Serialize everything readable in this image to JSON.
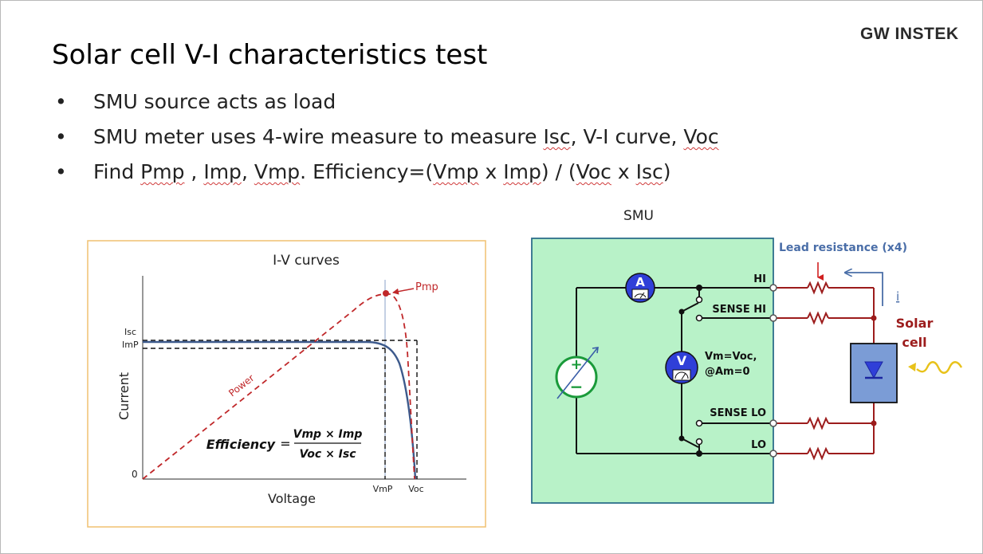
{
  "logo": "GW INSTEK",
  "title": "Solar cell V-I characteristics test",
  "bullets": {
    "b1": "SMU source acts as load",
    "b2_pre": "SMU meter uses 4-wire measure to measure ",
    "b2_isc": "Isc",
    "b2_mid": ", V-I curve, ",
    "b2_voc": "Voc",
    "b3_find": "Find ",
    "b3_pmp": "Pmp",
    "b3_sep1": " , ",
    "b3_imp": "Imp",
    "b3_sep2": ", ",
    "b3_vmp": "Vmp",
    "b3_eff": ". Efficiency=(",
    "b3_vmp2": "Vmp",
    "b3_x1": " x ",
    "b3_imp2": "Imp",
    "b3_div": ") / (",
    "b3_voc": "Voc",
    "b3_x2": " x ",
    "b3_isc": "Isc",
    "b3_close": ")"
  },
  "iv_chart": {
    "title": "I-V curves",
    "xlabel": "Voltage",
    "ylabel": "Current",
    "origin_label": "0",
    "isc_label": "Isc",
    "imp_label": "ImP",
    "vmp_label": "VmP",
    "voc_label": "Voc",
    "pmp_label": "Pmp",
    "power_label": "Power",
    "formula": {
      "lhs": "Efficiency",
      "eq": "=",
      "num": "Vmp × Imp",
      "den": "Voc × Isc"
    },
    "colors": {
      "iv_curve": "#3d5a8c",
      "power_curve": "#c0282a",
      "frame": "#f0c070"
    }
  },
  "smu_diagram": {
    "smu_label": "SMU",
    "lead_resistance": "Lead resistance (x4)",
    "hi": "HI",
    "sense_hi": "SENSE HI",
    "sense_lo": "SENSE LO",
    "lo": "LO",
    "ammeter": "A",
    "voltmeter": "V",
    "vm_line1": "Vm=Voc,",
    "vm_line2": "@Am=0",
    "current": "i",
    "solar_cell_1": "Solar",
    "solar_cell_2": "cell",
    "source_plus": "+",
    "source_minus": "−",
    "colors": {
      "smu_box": "#b8f2c8",
      "lead_wire": "#9c1c1c",
      "meter_fill": "#2f3fd8",
      "source_green": "#1a9a3a",
      "cell_fill": "#7b9cd6",
      "annotation": "#4a6ea8",
      "light": "#e8c21a"
    }
  }
}
